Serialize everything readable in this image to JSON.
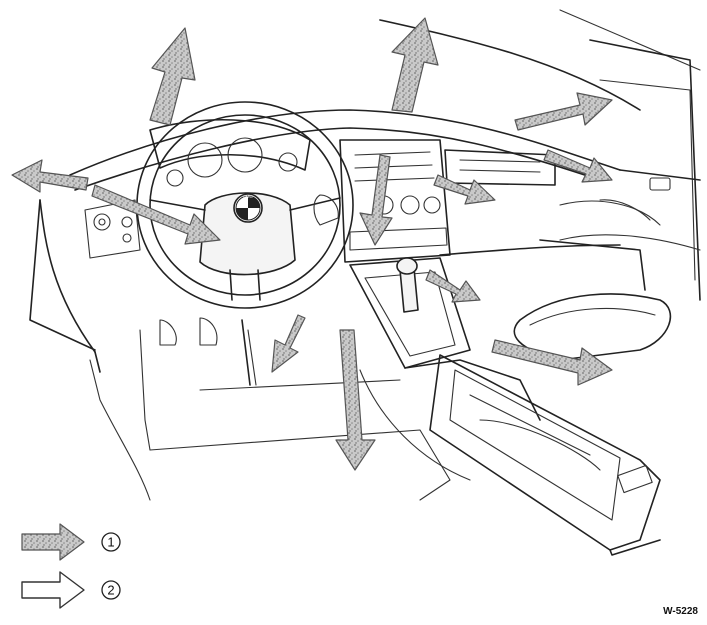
{
  "legend": [
    {
      "number": "1",
      "style": "stippled"
    },
    {
      "number": "2",
      "style": "outline"
    }
  ],
  "badge": {
    "text": "BMW"
  },
  "reference": "W-5228",
  "colors": {
    "ink": "#222222",
    "stipple": "#9a9a9a",
    "paper": "#ffffff"
  }
}
